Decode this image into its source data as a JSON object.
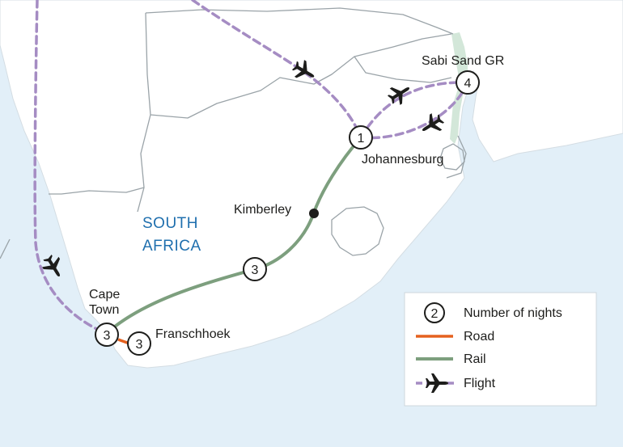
{
  "country_label": [
    "SOUTH",
    "AFRICA"
  ],
  "places": {
    "sabi_sand": "Sabi Sand GR",
    "johannesburg": "Johannesburg",
    "kimberley": "Kimberley",
    "cape_town": [
      "Cape",
      "Town"
    ],
    "franschhoek": "Franschhoek"
  },
  "nights": {
    "johannesburg": "1",
    "sabi_sand": "4",
    "rail_stop": "3",
    "cape_town": "3",
    "franschhoek": "3"
  },
  "legend": {
    "nights_sample": "2",
    "nights_label": "Number of nights",
    "road_label": "Road",
    "rail_label": "Rail",
    "flight_label": "Flight"
  },
  "colors": {
    "sea": "#e2eff8",
    "land": "#ffffff",
    "road": "#e5611f",
    "rail": "#7d9f7e",
    "flight": "#a58cc3",
    "park": "#d3e7d9",
    "country_text": "#1f6fae"
  }
}
